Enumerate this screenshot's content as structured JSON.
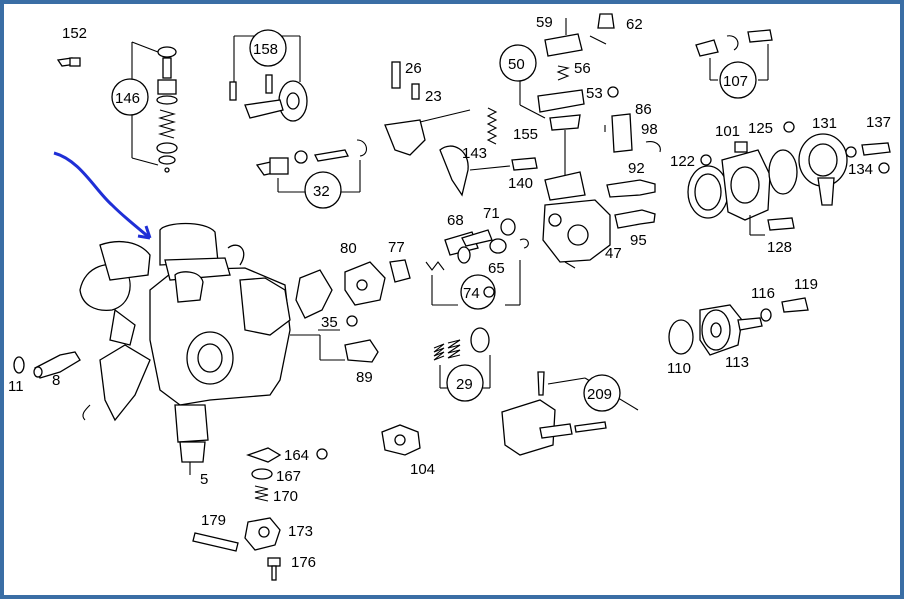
{
  "colors": {
    "frame": "#3a6ea5",
    "arrow": "#1f2fd6",
    "ink": "#000000"
  },
  "labels": {
    "p152": "152",
    "p146": "146",
    "p158": "158",
    "p26": "26",
    "p23": "23",
    "p59": "59",
    "p62": "62",
    "p50": "50",
    "p56": "56",
    "p53": "53",
    "p86": "86",
    "p98": "98",
    "p107": "107",
    "p101": "101",
    "p125": "125",
    "p131": "131",
    "p137": "137",
    "p122": "122",
    "p134": "134",
    "p155": "155",
    "p143": "143",
    "p140": "140",
    "p92": "92",
    "p32": "32",
    "p128": "128",
    "p80": "80",
    "p77": "77",
    "p68": "68",
    "p71": "71",
    "p95": "95",
    "p47": "47",
    "p65": "65",
    "p74": "74",
    "p35": "35",
    "p89": "89",
    "p11": "11",
    "p8": "8",
    "p29": "29",
    "p116": "116",
    "p119": "119",
    "p110": "110",
    "p113": "113",
    "p209": "209",
    "p5": "5",
    "p164": "164",
    "p167": "167",
    "p170": "170",
    "p179": "179",
    "p173": "173",
    "p176": "176",
    "p104": "104"
  },
  "seal_symbol": "seal-mark-icon"
}
